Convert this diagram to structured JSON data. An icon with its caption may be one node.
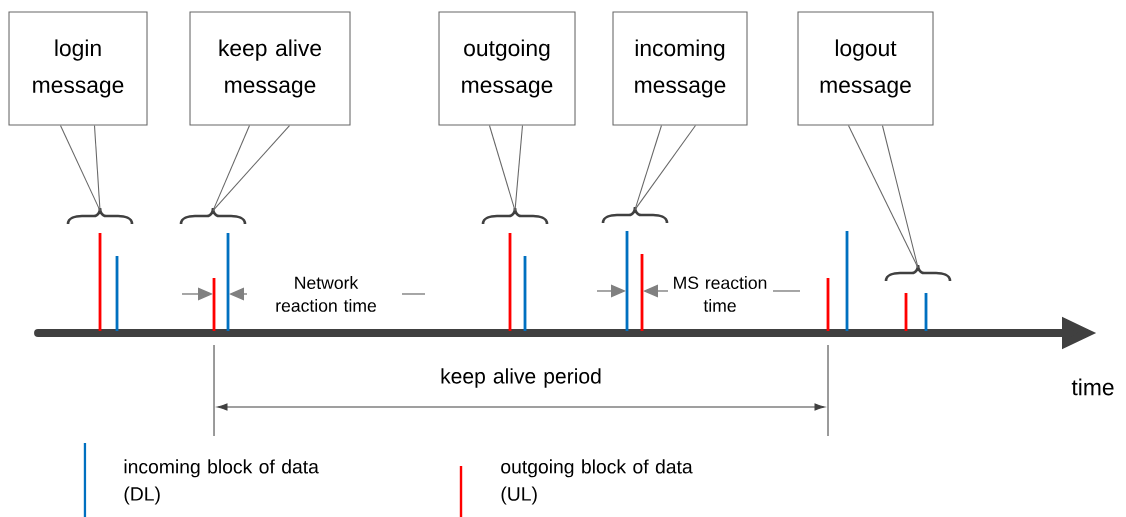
{
  "diagram": {
    "nodes": [
      {
        "text": [
          "login message"
        ]
      },
      {
        "text": [
          "keep alive message"
        ]
      },
      {
        "text": [
          "outgoing message"
        ]
      },
      {
        "text": [
          "incoming message"
        ]
      },
      {
        "text": [
          "logout message"
        ]
      },
      {
        "text": [],
        "shape": "brace"
      },
      {
        "text": [],
        "shape": "brace"
      },
      {
        "text": [],
        "shape": "brace"
      },
      {
        "text": [],
        "shape": "brace"
      },
      {
        "text": [],
        "shape": "brace"
      }
    ],
    "edges": [
      {
        "from": 0,
        "to": 5,
        "arrow": "none"
      },
      {
        "from": 1,
        "to": 6,
        "arrow": "none"
      },
      {
        "from": 2,
        "to": 7,
        "arrow": "none"
      },
      {
        "from": 3,
        "to": 8,
        "arrow": "none"
      },
      {
        "from": 4,
        "to": 9,
        "arrow": "none"
      }
    ],
    "labels": [
      "Network reaction time",
      "MS reaction time",
      "keep alive period",
      "time"
    ],
    "legend": [
      {
        "text": "incoming block of data (DL)",
        "color": "#0070c0"
      },
      {
        "text": "outgoing block of data (UL)",
        "color": "#ff0000"
      }
    ]
  }
}
